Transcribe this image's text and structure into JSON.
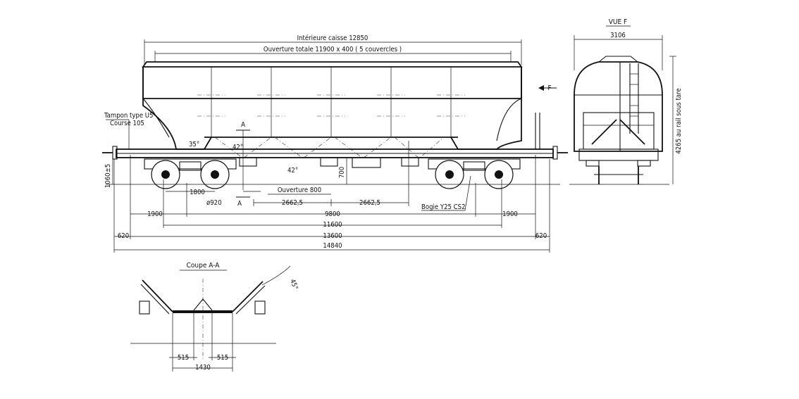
{
  "drawing": {
    "labels": {
      "interior_length": "Intérieure caisse 12850",
      "opening_total": "Ouverture totale 11900 x 400 ( 5 couvercles )",
      "buffer_type": "Tampon type U5",
      "buffer_stroke": "Course 105",
      "section_mark_top": "A",
      "section_mark_bottom": "A",
      "direction_mark": "F",
      "angle_35": "35°",
      "angle_42a": "42°",
      "angle_42b": "42°",
      "height_1060": "1060±5",
      "height_700": "700",
      "opening_800": "Ouverture 800",
      "wheel_dia": "ø920",
      "dim_1800": "1800",
      "dim_2662a": "2662,5",
      "dim_2662b": "2662,5",
      "bogie": "Bogie Y25 CS2",
      "dim_1900_left": "1900",
      "dim_9800": "9800",
      "dim_1900_right": "1900",
      "dim_11600": "11600",
      "dim_620_left": "620",
      "dim_13600": "13600",
      "dim_620_right": "620",
      "dim_14840": "14840"
    },
    "view_f": {
      "title": "VUE F",
      "width": "3106",
      "height": "4265 au rail sous tare"
    },
    "section_aa": {
      "title": "Coupe A-A",
      "angle": "45°",
      "dim_515_left": "515",
      "dim_515_right": "515",
      "dim_1430": "1430"
    }
  }
}
